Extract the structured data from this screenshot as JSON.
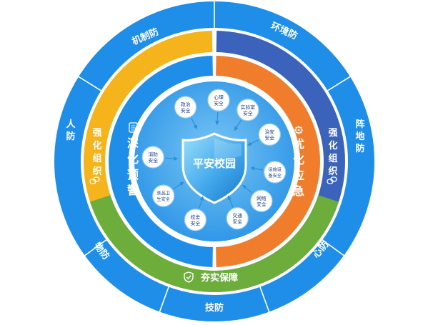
{
  "center": {
    "title": "平安校园"
  },
  "inner_items": [
    {
      "label": "政治安全"
    },
    {
      "label": "心理安全"
    },
    {
      "label": "实验室安全"
    },
    {
      "label": "治安安全"
    },
    {
      "label": "设施设备安全"
    },
    {
      "label": "网络安全"
    },
    {
      "label": "交通安全"
    },
    {
      "label": "校舍安全"
    },
    {
      "label": "食品卫生安全"
    },
    {
      "label": "消防安全"
    }
  ],
  "middle_ring": {
    "left": "深化预警",
    "right": "优化应急",
    "bottom": "夯实保障"
  },
  "outer_ring": {
    "left": "强化组织",
    "right": "强化组织"
  },
  "outermost_ring": {
    "top_left": "机制防",
    "top_right": "环境防",
    "left": "人防",
    "right": "阵地防",
    "bottom_left": "物防",
    "bottom_right": "心防",
    "bottom": "技防"
  },
  "colors": {
    "outer_blue": "#1f8ee8",
    "center_blue": "#2d9be8",
    "yellow": "#f5b41b",
    "navy": "#3c63bb",
    "green": "#6cad3b",
    "orange": "#ef7d2c",
    "shield_light": "#7fd0f6",
    "shield_dark": "#1a7fce",
    "text_dark": "#1f3f8c"
  }
}
